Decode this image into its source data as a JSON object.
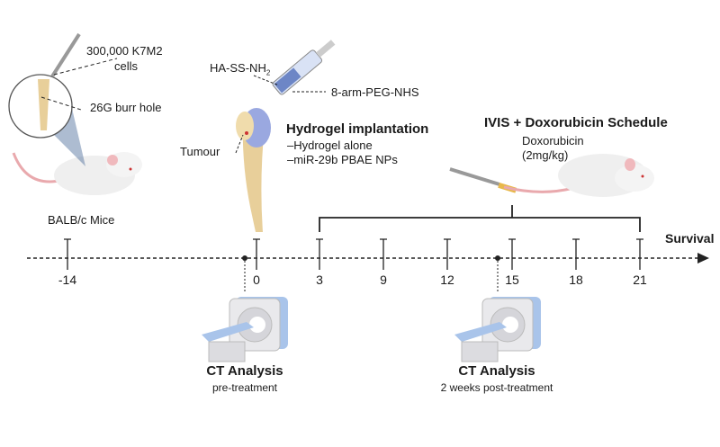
{
  "colors": {
    "bone": "#e8cf9a",
    "gel": "#9aa8e0",
    "scanner": "#e9e9ec",
    "scanner_accent": "#a9c4ea",
    "line": "#222222",
    "mouse_ear": "#f0b9bd"
  },
  "stage1": {
    "cells": "300,000 K7M2",
    "cells2": "cells",
    "hole": "26G burr hole",
    "mouse": "BALB/c Mice"
  },
  "stage2": {
    "ha": "HA-SS-NH",
    "ha_sub": "2",
    "peg": "8-arm-PEG-NHS",
    "tumour": "Tumour",
    "title": "Hydrogel implantation",
    "item1": "–Hydrogel alone",
    "item2": "–miR-29b PBAE NPs"
  },
  "stage3": {
    "title": "IVIS + Doxorubicin Schedule",
    "drug": "Doxorubicin",
    "dose": "(2mg/kg)"
  },
  "timeline": {
    "end_label": "Survival",
    "ticks": [
      "-14",
      "0",
      "3",
      "9",
      "12",
      "15",
      "18",
      "21"
    ]
  },
  "ct1": {
    "title": "CT Analysis",
    "sub": "pre-treatment"
  },
  "ct2": {
    "title": "CT Analysis",
    "sub": "2 weeks post-treatment"
  }
}
